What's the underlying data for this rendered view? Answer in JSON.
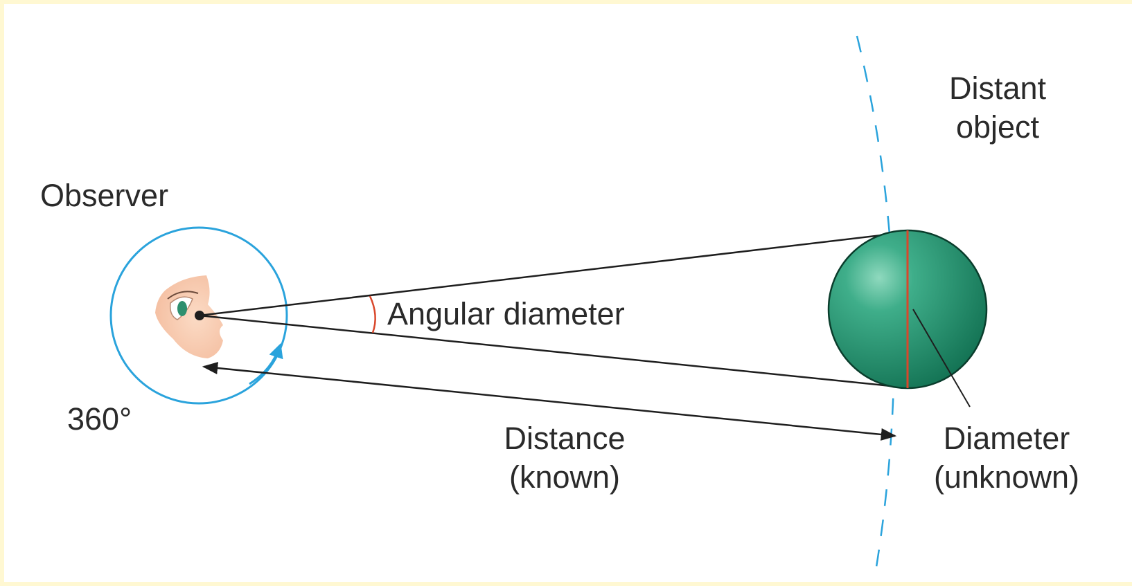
{
  "labels": {
    "observer": "Observer",
    "full_circle": "360°",
    "angular_diameter": "Angular diameter",
    "distance_line1": "Distance",
    "distance_line2": "(known)",
    "distant_object_line1": "Distant",
    "distant_object_line2": "object",
    "diameter_line1": "Diameter",
    "diameter_line2": "(unknown)"
  },
  "colors": {
    "background": "#fff8d2",
    "panel": "#ffffff",
    "observer_circle": "#2aa3dc",
    "dashed_arc": "#2aa3dc",
    "diameter_line": "#d9472b",
    "angle_arc": "#d9472b",
    "sphere_light": "#3fae8a",
    "sphere_dark": "#0d6a4c",
    "lines": "#1e1e1e"
  },
  "icons": {
    "observer": "eye-icon",
    "object": "sphere-icon"
  }
}
